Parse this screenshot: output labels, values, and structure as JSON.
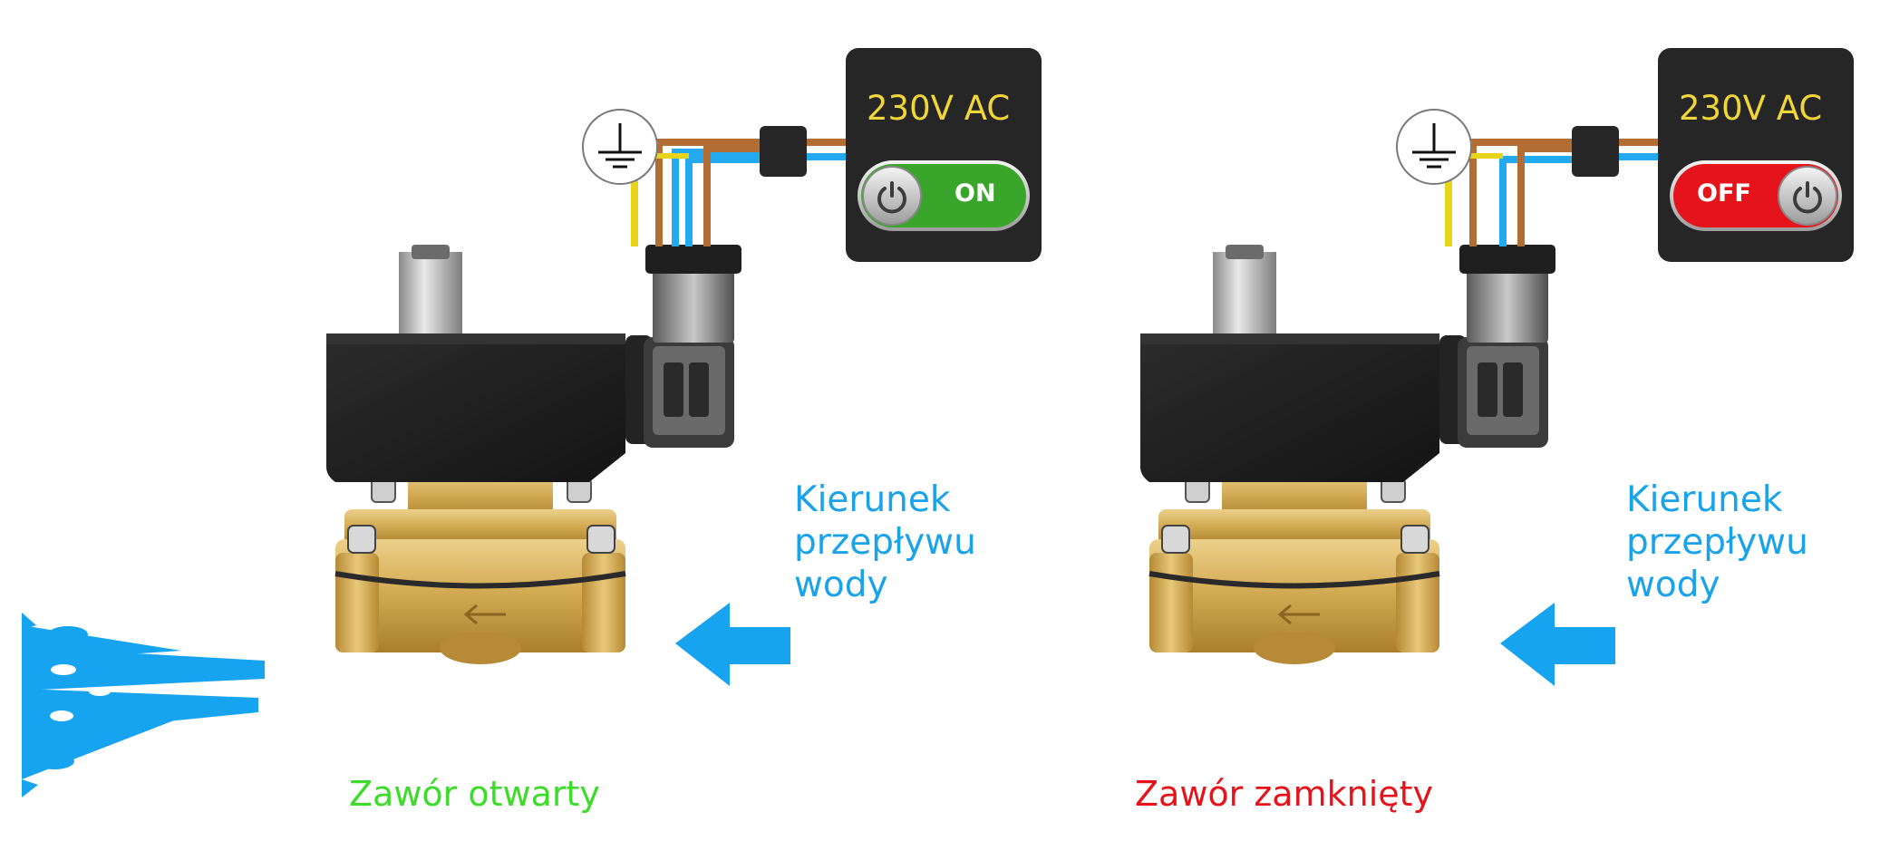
{
  "colors": {
    "flow_text": "#1aa3e8",
    "open_status": "#3ddc2a",
    "closed_status": "#e5141b",
    "voltage_text": "#f1d63a",
    "switch_on": "#3aa52b",
    "switch_off": "#e5141b",
    "wire_blue": "#23a9f0",
    "wire_brown": "#b26d35",
    "wire_yellow": "#e8d51b",
    "wire_green": "#3fc63a",
    "brass": "#d4ac55",
    "coil_black": "#1e1e1e"
  },
  "icons": [
    "ground-symbol-icon",
    "power-icon",
    "arrow-left-icon",
    "water-spray-icon"
  ],
  "panels": [
    {
      "id": "open",
      "voltage": "230V AC",
      "switch_label": "ON",
      "flow_line1": "Kierunek",
      "flow_line2": "przepływu",
      "flow_line3": "wody",
      "status": "Zawór otwarty"
    },
    {
      "id": "closed",
      "voltage": "230V AC",
      "switch_label": "OFF",
      "flow_line1": "Kierunek",
      "flow_line2": "przepływu",
      "flow_line3": "wody",
      "status": "Zawór zamknięty"
    }
  ]
}
